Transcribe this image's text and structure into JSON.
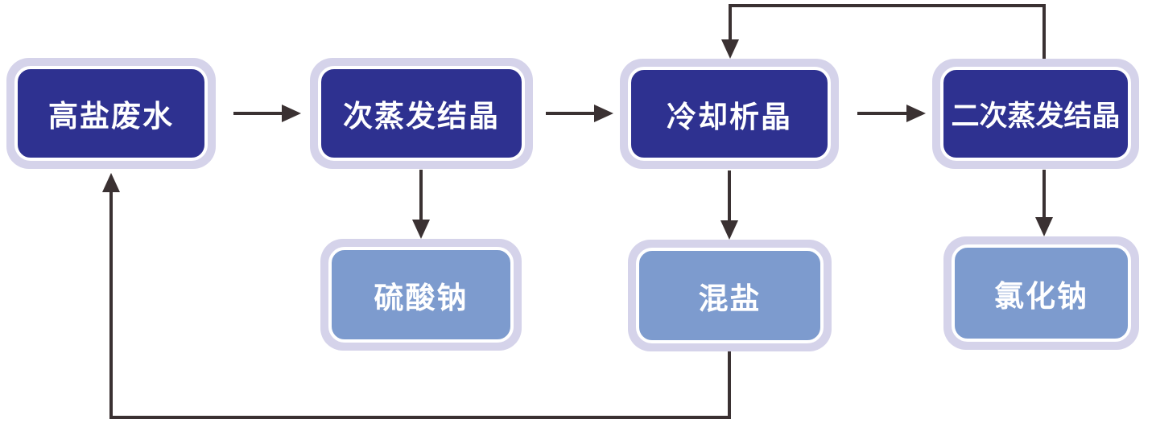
{
  "diagram": {
    "type": "flowchart",
    "description": "Salt wastewater treatment crystallization process flow",
    "process_nodes": [
      {
        "id": "high-salt-wastewater",
        "label": "高盐废水"
      },
      {
        "id": "primary-evaporation-crystallization",
        "label": "次蒸发结晶"
      },
      {
        "id": "cooling-crystallization",
        "label": "冷却析晶"
      },
      {
        "id": "secondary-evaporation-crystallization",
        "label": "二次蒸发结晶"
      }
    ],
    "product_nodes": [
      {
        "id": "sodium-sulfate",
        "label": "硫酸钠"
      },
      {
        "id": "mixed-salt",
        "label": "混盐"
      },
      {
        "id": "sodium-chloride",
        "label": "氯化钠"
      }
    ],
    "edges": [
      {
        "from": "高盐废水",
        "to": "次蒸发结晶",
        "style": "straight-right"
      },
      {
        "from": "次蒸发结晶",
        "to": "冷却析晶",
        "style": "straight-right"
      },
      {
        "from": "冷却析晶",
        "to": "二次蒸发结晶",
        "style": "straight-right"
      },
      {
        "from": "次蒸发结晶",
        "to": "硫酸钠",
        "style": "straight-down"
      },
      {
        "from": "冷却析晶",
        "to": "混盐",
        "style": "straight-down"
      },
      {
        "from": "二次蒸发结晶",
        "to": "氯化钠",
        "style": "straight-down"
      },
      {
        "from": "二次蒸发结晶",
        "to": "冷却析晶",
        "style": "elbow-over-top"
      },
      {
        "from": "混盐",
        "to": "高盐废水",
        "style": "elbow-under-bottom"
      }
    ],
    "colors": {
      "process_fill": "#2e3190",
      "product_fill": "#7d9bce",
      "node_border": "#d5d3ea",
      "arrow": "#3a3132"
    }
  }
}
